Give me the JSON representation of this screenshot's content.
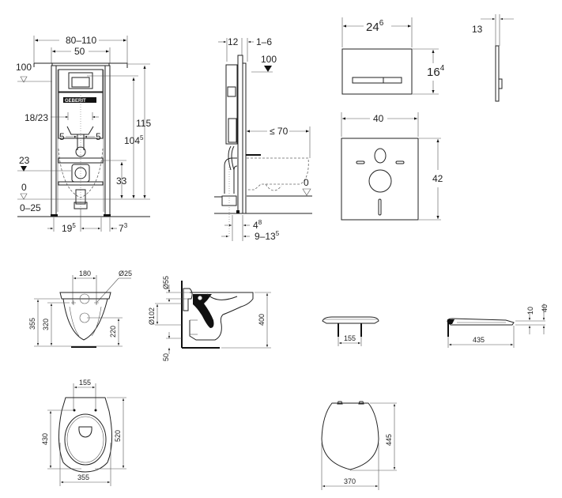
{
  "frame_front": {
    "title": "Installation frame - front view",
    "brand": "GEBERIT",
    "dims": {
      "outer_width": "80–110",
      "inner_width": "50",
      "flush_height": "100",
      "pipe_spacing": "18/23",
      "offset_left": "5",
      "offset_right": "5",
      "marker_23": "23",
      "drain_height": "33",
      "total_height": "115",
      "frame_height_base": "104",
      "frame_height_sup": "5",
      "zero": "0",
      "floor_adj": "0–25",
      "bottom_left_base": "19",
      "bottom_left_sup": "5",
      "bottom_right_base": "7",
      "bottom_right_sup": "3"
    }
  },
  "frame_side": {
    "title": "Installation frame - side view",
    "dims": {
      "depth": "12",
      "wall_gap": "1–6",
      "flush_height": "100",
      "max_projection": "≤ 70",
      "zero": "0",
      "pipe_offset_base": "4",
      "pipe_offset_sup": "8",
      "wall_depth_base": "9–13",
      "wall_depth_sup": "5"
    }
  },
  "flush_plate": {
    "title": "Flush plate",
    "dims": {
      "width_base": "24",
      "width_sup": "6",
      "height_base": "16",
      "height_sup": "4",
      "thickness": "13"
    }
  },
  "sound_mat": {
    "title": "Sound insulation mat",
    "dims": {
      "width": "40",
      "height": "42"
    }
  },
  "bowl_rear": {
    "title": "WC bowl - rear view",
    "dims": {
      "bolt_spacing": "180",
      "bolt_diameter": "Ø25",
      "height_total": "355",
      "height_bolts": "320",
      "outlet_height": "220"
    }
  },
  "bowl_side": {
    "title": "WC bowl - side view",
    "dims": {
      "inlet_diameter": "Ø55",
      "outlet_diameter": "Ø102",
      "height": "400",
      "bottom_offset": "50"
    }
  },
  "seat_front": {
    "title": "Seat - rear view",
    "dims": {
      "hinge_spacing": "155"
    }
  },
  "seat_side": {
    "title": "Seat - side view",
    "dims": {
      "length": "435",
      "lid_thickness": "10",
      "total_thickness": "40"
    }
  },
  "bowl_top": {
    "title": "WC bowl - top view",
    "dims": {
      "bolt_spacing": "155",
      "width": "355",
      "length_bolts": "430",
      "length_total": "520"
    }
  },
  "seat_top": {
    "title": "Seat - top view",
    "dims": {
      "width": "370",
      "length": "445"
    }
  }
}
